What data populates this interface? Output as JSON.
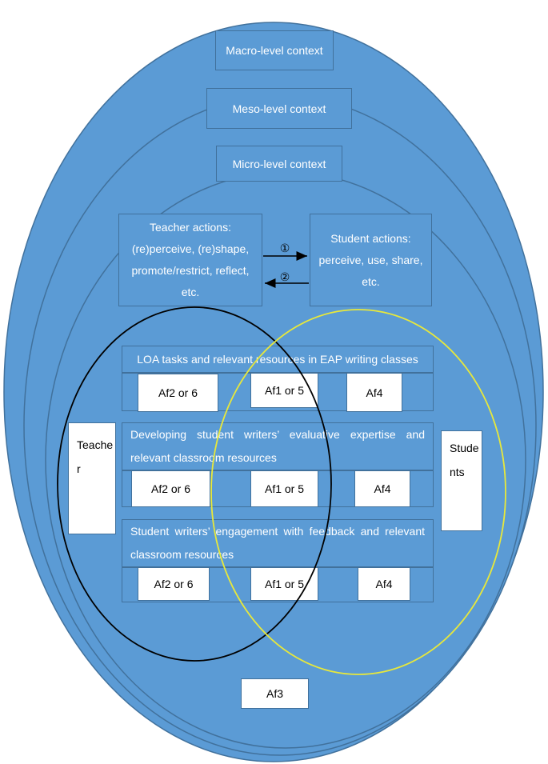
{
  "contexts": {
    "macro": "Macro-level context",
    "meso": "Meso-level context",
    "micro": "Micro-level context"
  },
  "actions": {
    "teacher": "Teacher actions: (re)perceive, (re)shape, promote/restrict, reflect, etc.",
    "student": "Student actions: perceive, use, share, etc.",
    "arrow1_label": "①",
    "arrow2_label": "②"
  },
  "participants": {
    "teacher": "Teacher",
    "students": "Students"
  },
  "rows": [
    {
      "title": "LOA tasks and relevant resources in EAP writing classes",
      "left": "Af2 or 6",
      "middle": "Af1 or 5",
      "right": "Af4"
    },
    {
      "title": "Developing student writers’ evaluative expertise and relevant classroom resources",
      "left": "Af2 or 6",
      "middle": "Af1 or 5",
      "right": "Af4"
    },
    {
      "title": "Student writers’ engagement with feedback and relevant classroom resources",
      "left": "Af2 or 6",
      "middle": "Af1 or 5",
      "right": "Af4"
    }
  ],
  "bottom_box": "Af3",
  "colors": {
    "fill": "#5b9bd5",
    "stroke": "#41719c",
    "teacher_circle": "#000000",
    "students_circle": "#e8e83a"
  }
}
